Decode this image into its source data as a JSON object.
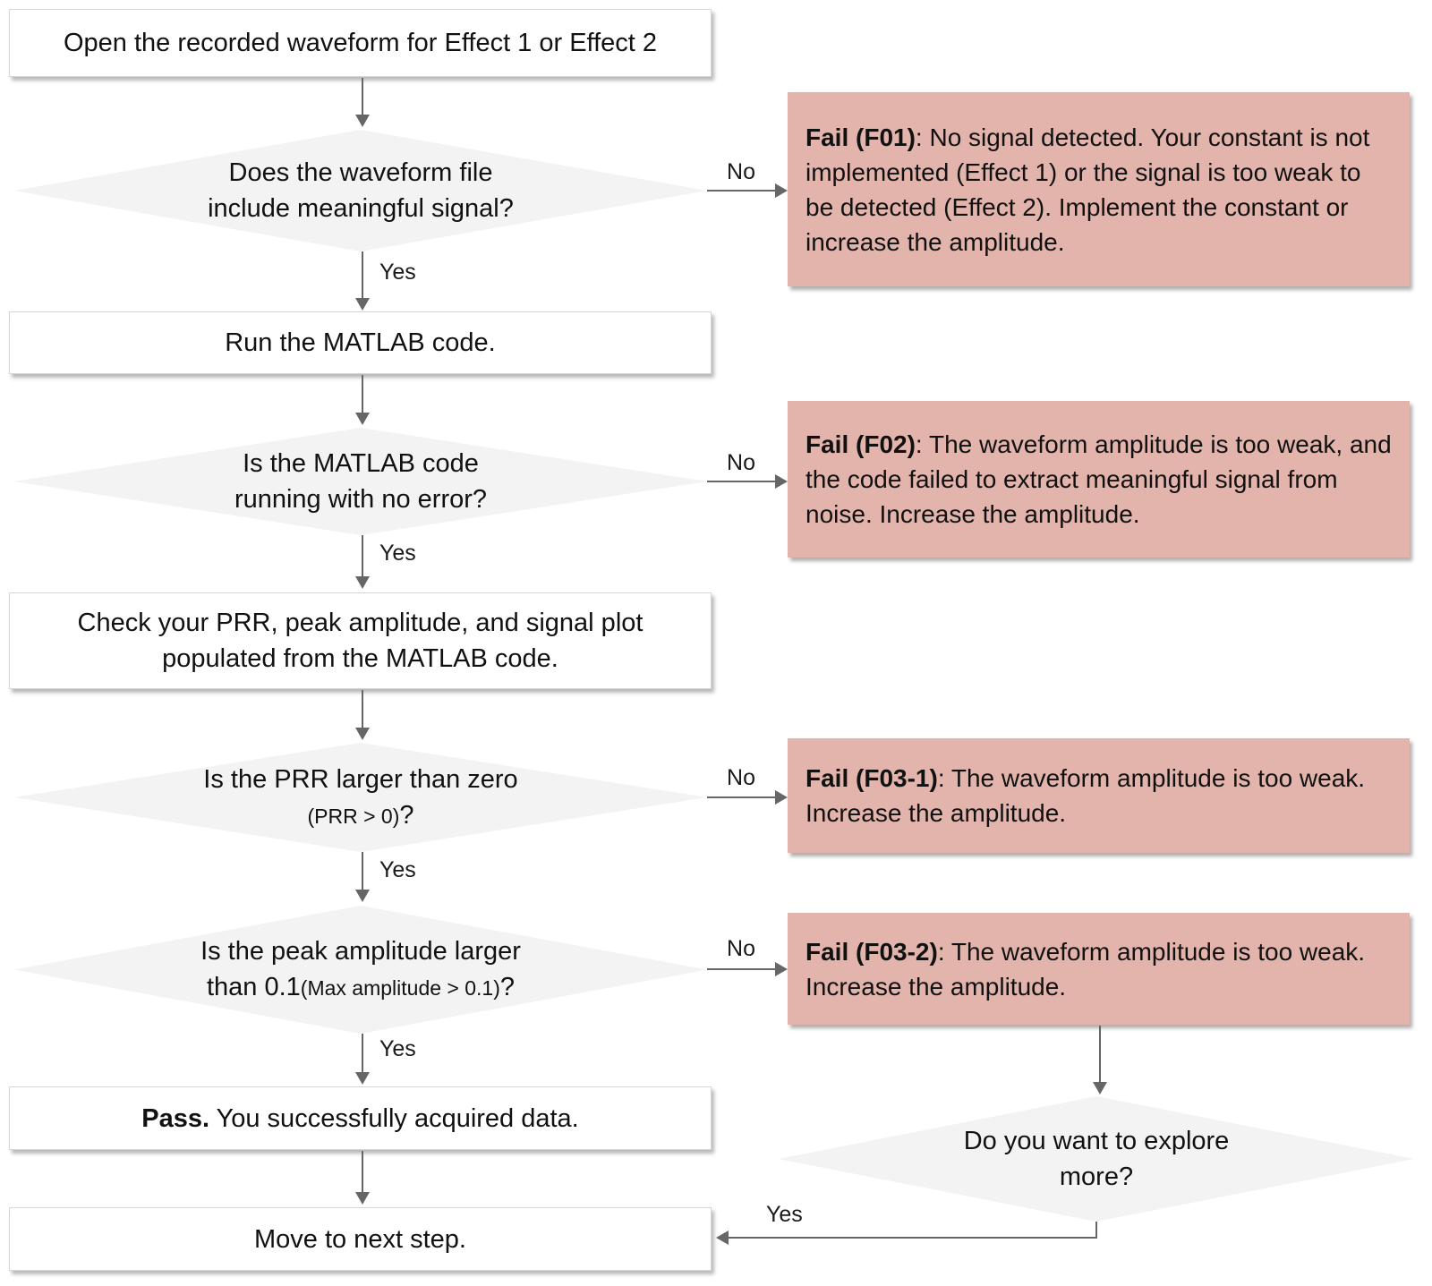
{
  "labels": {
    "yes": "Yes",
    "no": "No"
  },
  "colors": {
    "fail_bg": "#e3b4ab",
    "diamond_fill": "#f3f3f3",
    "box_fill": "#ffffff",
    "line": "#666666",
    "text": "#111111"
  },
  "nodes": {
    "open": {
      "text": "Open the recorded waveform for Effect 1 or Effect 2"
    },
    "d1": {
      "line1": "Does the waveform file",
      "line2": "include meaningful signal?"
    },
    "fail01": {
      "bold": "Fail (F01)",
      "rest": ": No signal detected. Your constant is not implemented (Effect 1) or the signal is too weak to be detected (Effect 2). Implement the constant or increase the amplitude."
    },
    "run": {
      "text": "Run the MATLAB code."
    },
    "d2": {
      "line1": "Is the MATLAB code",
      "line2": "running with no error?"
    },
    "fail02": {
      "bold": "Fail (F02)",
      "rest": ": The waveform amplitude is too weak, and the code failed to extract meaningful signal from noise. Increase the amplitude."
    },
    "check": {
      "line1": "Check your PRR, peak amplitude, and signal plot",
      "line2": "populated from the MATLAB code."
    },
    "d3": {
      "line1": "Is the PRR  larger than zero",
      "line2_small": "(PRR > 0)",
      "line2_suffix": "?"
    },
    "fail031": {
      "bold": "Fail (F03-1)",
      "rest": ": The waveform amplitude is too weak. Increase the amplitude."
    },
    "d4": {
      "line1": "Is the peak amplitude larger",
      "line2_prefix": "than 0.1",
      "line2_small": "(Max amplitude > 0.1)",
      "line2_suffix": "?"
    },
    "fail032": {
      "bold": "Fail (F03-2)",
      "rest": ": The waveform amplitude is too weak. Increase the amplitude."
    },
    "pass": {
      "bold": "Pass.",
      "rest": " You successfully acquired data."
    },
    "d5": {
      "line1": "Do you want to explore",
      "line2": "more?"
    },
    "move": {
      "text": "Move to next step."
    }
  }
}
